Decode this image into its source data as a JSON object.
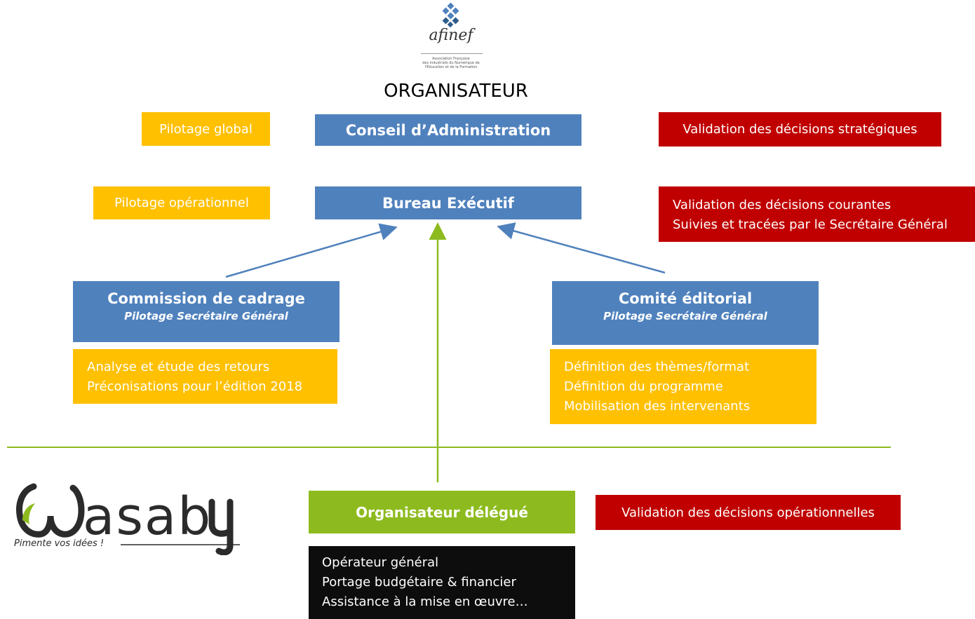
{
  "header": {
    "logo_name": "afinef",
    "logo_caption": [
      "Association Française",
      "des industriels du Numérique de",
      "l'Éducation et de la Formation"
    ],
    "organizer_label": "ORGANISATEUR"
  },
  "side_notes": {
    "global": "Pilotage global",
    "operational": "Pilotage opérationnel"
  },
  "boxes": {
    "conseil": "Conseil d’Administration",
    "bureau": "Bureau Exécutif",
    "commission_title": "Commission de cadrage",
    "commission_sub": "Pilotage Secrétaire Général",
    "comite_title": "Comité éditorial",
    "comite_sub": "Pilotage Secrétaire Général",
    "delegate": "Organisateur délégué"
  },
  "validations": {
    "strategic": "Validation des décisions stratégiques",
    "current": [
      "Validation des décisions courantes",
      "Suivies et tracées par le Secrétaire Général"
    ],
    "operational": "Validation des décisions opérationnelles"
  },
  "tasks": {
    "commission": [
      "Analyse et étude des retours",
      "Préconisations pour l’édition 2018"
    ],
    "comite": [
      "Définition des thèmes/format",
      "Définition du programme",
      "Mobilisation des intervenants"
    ],
    "delegate": [
      "Opérateur général",
      "Portage budgétaire & financier",
      "Assistance à la mise en œuvre…"
    ]
  },
  "wasaby": {
    "name": "Wasaby",
    "tagline": "Pimente vos idées !"
  },
  "colors": {
    "blue": "#4f81bd",
    "orange": "#ffc000",
    "red": "#c00000",
    "green": "#8dbb1f",
    "black": "#0d0d0d"
  }
}
